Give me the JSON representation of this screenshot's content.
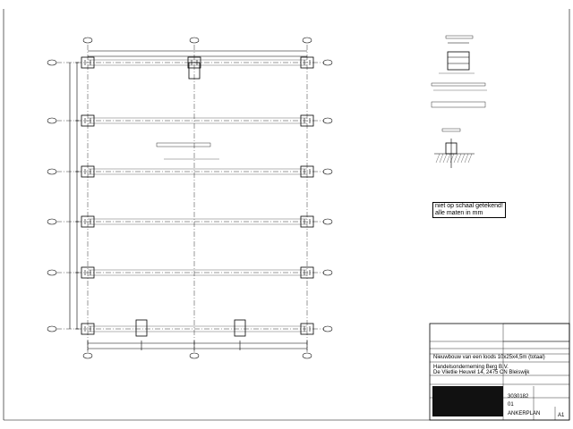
{
  "drawing": {
    "notes": {
      "scale_note_line1": "niet op schaal getekend!",
      "scale_note_line2": "alle maten in mm"
    },
    "title_block": {
      "project": "Nieuwbouw van een loods 10x25x4,5m (totaal)",
      "client_name": "Handelsonderneming Berg B.V.",
      "client_address": "De Vlietlie Heuvel 14, 2475 CN Bleiswijk",
      "drawing_number": "3030182",
      "sheet": "01",
      "drawing_title": "ANKERPLAN",
      "format": "A1"
    },
    "colors": {
      "line": "#000000",
      "background": "#ffffff",
      "black_block": "#111111"
    }
  }
}
